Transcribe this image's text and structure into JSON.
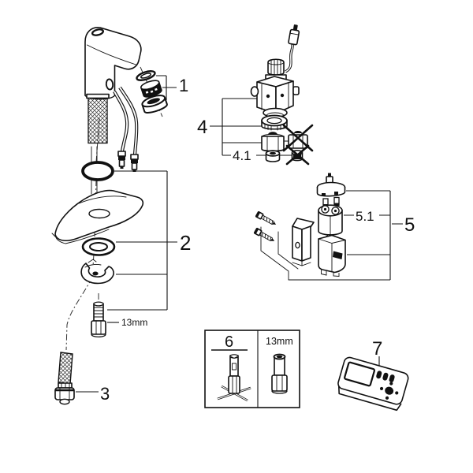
{
  "page": {
    "background": "#ffffff",
    "line_color": "#111111"
  },
  "diagram": {
    "kind": "exploded-parts-diagram",
    "subject": "touchless sensor basin faucet with aerator, mounting set, supply hose, solenoid valve, battery box, service tools and remote control",
    "callouts": [
      {
        "id": "1",
        "part": "aerator-assembly"
      },
      {
        "id": "2",
        "part": "mounting-set"
      },
      {
        "id": "3",
        "part": "supply-hose-with-nut"
      },
      {
        "id": "4",
        "part": "solenoid-valve-assembly"
      },
      {
        "id": "4.1",
        "part": "seal"
      },
      {
        "id": "5",
        "part": "battery-compartment-assembly"
      },
      {
        "id": "5.1",
        "part": "battery"
      },
      {
        "id": "6",
        "part": "socket-wrench-tool"
      },
      {
        "id": "7",
        "part": "remote-control"
      }
    ],
    "annotations": {
      "stud_wrench_size": "13mm",
      "tool_wrench_size": "13mm"
    }
  }
}
